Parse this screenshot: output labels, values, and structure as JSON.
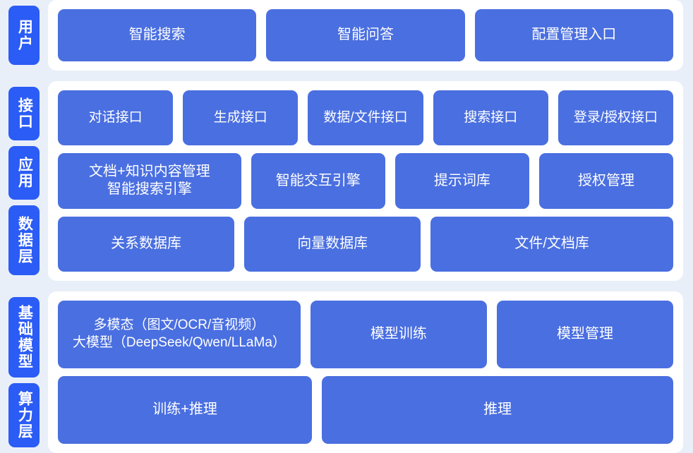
{
  "theme": {
    "page_background": "#e9eff8",
    "panel_background": "#ffffff",
    "tag_color": "#2b5cf5",
    "box_color": "#4a6fe0",
    "text_color": "#ffffff"
  },
  "bands": [
    {
      "name": "user",
      "tags": [
        "用户"
      ],
      "rows": [
        {
          "name": "user-entries",
          "boxes": [
            {
              "line1": "智能搜索"
            },
            {
              "line1": "智能问答"
            },
            {
              "line1": "配置管理入口"
            }
          ]
        }
      ]
    },
    {
      "name": "middle",
      "tags": [
        "接口",
        "应用",
        "数据层"
      ],
      "rows": [
        {
          "name": "interface-apis",
          "boxes": [
            {
              "line1": "对话接口"
            },
            {
              "line1": "生成接口"
            },
            {
              "line1": "数据/文件接口"
            },
            {
              "line1": "搜索接口"
            },
            {
              "line1": "登录/授权接口"
            }
          ]
        },
        {
          "name": "application-services",
          "boxes": [
            {
              "line1": "文档+知识内容管理",
              "line2": "智能搜索引擎"
            },
            {
              "line1": "智能交互引擎"
            },
            {
              "line1": "提示词库"
            },
            {
              "line1": "授权管理"
            }
          ]
        },
        {
          "name": "data-stores",
          "boxes": [
            {
              "line1": "关系数据库"
            },
            {
              "line1": "向量数据库"
            },
            {
              "line1": "文件/文档库"
            }
          ]
        }
      ]
    },
    {
      "name": "base",
      "tags": [
        "基础模型",
        "算力层"
      ],
      "rows": [
        {
          "name": "model-capabilities",
          "boxes": [
            {
              "line1": "多模态（图文/OCR/音视频）",
              "line2": "大模型（DeepSeek/Qwen/LLaMa）"
            },
            {
              "line1": "模型训练"
            },
            {
              "line1": "模型管理"
            }
          ]
        },
        {
          "name": "compute-capabilities",
          "boxes": [
            {
              "line1": "训练+推理"
            },
            {
              "line1": "推理"
            }
          ]
        }
      ]
    }
  ]
}
